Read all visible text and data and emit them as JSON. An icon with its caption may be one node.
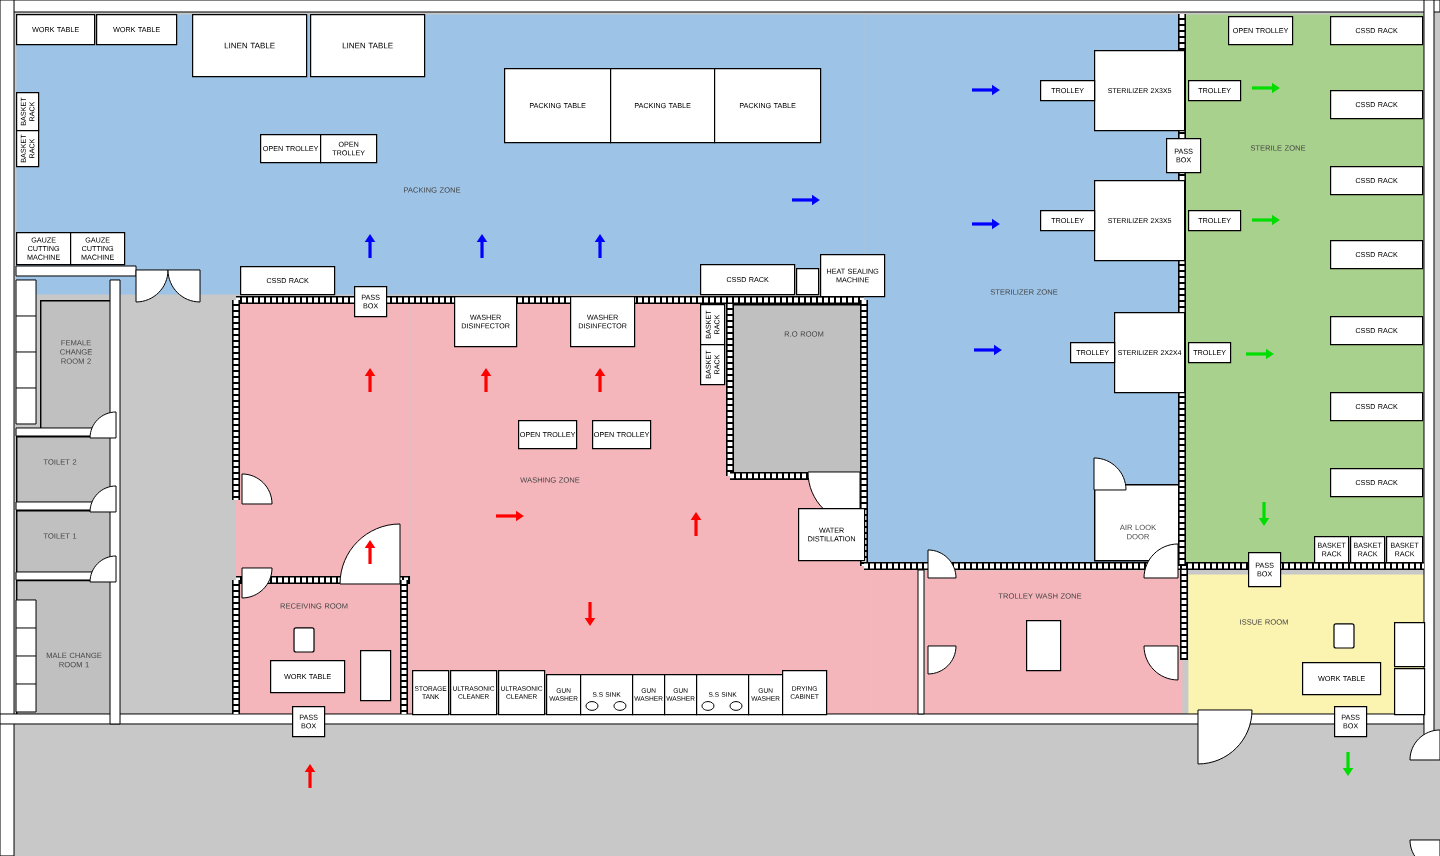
{
  "diagram": {
    "nodes": [
      {
        "text": [
          "PACKING ZONE"
        ]
      },
      {
        "text": [
          "STERILIZER ZONE"
        ]
      },
      {
        "text": [
          "STERILE ZONE"
        ]
      },
      {
        "text": [
          "WASHING ZONE"
        ]
      },
      {
        "text": [
          "R.O ROOM"
        ],
        "in": 3
      },
      {
        "text": [
          "RECEIVING ROOM"
        ]
      },
      {
        "text": [
          "TROLLEY WASH ZONE"
        ]
      },
      {
        "text": [
          "ISSUE ROOM"
        ]
      },
      {
        "text": [
          "AIR LOOK DOOR"
        ],
        "in": 1
      },
      {
        "text": [
          "FEMALE CHANGE ROOM 2"
        ]
      },
      {
        "text": [
          "TOILET 2"
        ]
      },
      {
        "text": [
          "TOILET 1"
        ]
      },
      {
        "text": [
          "MALE CHANGE ROOM 1"
        ]
      },
      {
        "text": [
          "WORK TABLE"
        ],
        "in": 0
      },
      {
        "text": [
          "WORK TABLE"
        ],
        "in": 0
      },
      {
        "text": [
          "LINEN TABLE"
        ],
        "in": 0
      },
      {
        "text": [
          "LINEN TABLE"
        ],
        "in": 0
      },
      {
        "text": [
          "BASKET RACK"
        ],
        "in": 0
      },
      {
        "text": [
          "BASKET RACK"
        ],
        "in": 0
      },
      {
        "text": [
          "OPEN TROLLEY"
        ],
        "in": 0
      },
      {
        "text": [
          "OPEN TROLLEY"
        ],
        "in": 0
      },
      {
        "text": [
          "PACKING TABLE"
        ],
        "in": 0
      },
      {
        "text": [
          "PACKING TABLE"
        ],
        "in": 0
      },
      {
        "text": [
          "PACKING TABLE"
        ],
        "in": 0
      },
      {
        "text": [
          "GAUZE CUTTING MACHINE"
        ],
        "in": 0
      },
      {
        "text": [
          "GAUZE CUTTING MACHINE"
        ],
        "in": 0
      },
      {
        "text": [
          "CSSD RACK"
        ],
        "in": 0
      },
      {
        "text": [
          "CSSD RACK"
        ],
        "in": 0
      },
      {
        "text": [],
        "shape": "box",
        "in": 0
      },
      {
        "text": [
          "HEAT SEALING MACHINE"
        ]
      },
      {
        "text": [
          "PASS BOX"
        ]
      },
      {
        "text": [
          "WASHER DISINFECTOR"
        ],
        "in": 3
      },
      {
        "text": [
          "WASHER DISINFECTOR"
        ],
        "in": 3
      },
      {
        "text": [
          "BASKET RACK"
        ],
        "in": 3
      },
      {
        "text": [
          "BASKET RACK"
        ],
        "in": 3
      },
      {
        "text": [
          "OPEN TROLLEY"
        ],
        "in": 3
      },
      {
        "text": [
          "OPEN TROLLEY"
        ],
        "in": 3
      },
      {
        "text": [
          "WATER DISTILLATION"
        ],
        "in": 3
      },
      {
        "text": [
          "STORAGE TANK"
        ],
        "in": 3
      },
      {
        "text": [
          "ULTRASONIC CLEANER"
        ],
        "in": 3
      },
      {
        "text": [
          "ULTRASONIC CLEANER"
        ],
        "in": 3
      },
      {
        "text": [
          "GUN WASHER"
        ],
        "in": 3
      },
      {
        "text": [
          "S.S SINK"
        ],
        "in": 3
      },
      {
        "text": [
          "GUN WASHER"
        ],
        "in": 3
      },
      {
        "text": [
          "GUN WASHER"
        ],
        "in": 3
      },
      {
        "text": [
          "S.S SINK"
        ],
        "in": 3
      },
      {
        "text": [
          "GUN WASHER"
        ],
        "in": 3
      },
      {
        "text": [
          "DRYING CABINET"
        ],
        "in": 3
      },
      {
        "text": [
          "WORK TABLE"
        ],
        "in": 5
      },
      {
        "text": [],
        "shape": "box",
        "in": 5
      },
      {
        "text": [
          "PASS BOX"
        ]
      },
      {
        "text": [],
        "shape": "box",
        "in": 6
      },
      {
        "text": [
          "STERILIZER 2X3X5"
        ],
        "in": 1
      },
      {
        "text": [
          "TROLLEY"
        ],
        "in": 1
      },
      {
        "text": [
          "TROLLEY"
        ],
        "in": 2
      },
      {
        "text": [
          "PASS BOX"
        ]
      },
      {
        "text": [
          "STERILIZER 2X3X5"
        ],
        "in": 1
      },
      {
        "text": [
          "TROLLEY"
        ],
        "in": 1
      },
      {
        "text": [
          "TROLLEY"
        ],
        "in": 2
      },
      {
        "text": [
          "STERILIZER 2X2X4"
        ],
        "in": 1
      },
      {
        "text": [
          "TROLLEY"
        ],
        "in": 1
      },
      {
        "text": [
          "TROLLEY"
        ],
        "in": 2
      },
      {
        "text": [
          "OPEN TROLLEY"
        ],
        "in": 2
      },
      {
        "text": [
          "CSSD RACK"
        ],
        "in": 2
      },
      {
        "text": [
          "CSSD RACK"
        ],
        "in": 2
      },
      {
        "text": [
          "CSSD RACK"
        ],
        "in": 2
      },
      {
        "text": [
          "CSSD RACK"
        ],
        "in": 2
      },
      {
        "text": [
          "CSSD RACK"
        ],
        "in": 2
      },
      {
        "text": [
          "CSSD RACK"
        ],
        "in": 2
      },
      {
        "text": [
          "CSSD RACK"
        ],
        "in": 2
      },
      {
        "text": [
          "BASKET RACK"
        ],
        "in": 2
      },
      {
        "text": [
          "BASKET RACK"
        ],
        "in": 2
      },
      {
        "text": [
          "BASKET RACK"
        ],
        "in": 2
      },
      {
        "text": [
          "PASS BOX"
        ]
      },
      {
        "text": [
          "WORK TABLE"
        ],
        "in": 7
      },
      {
        "text": [],
        "shape": "box",
        "in": 7
      },
      {
        "text": [],
        "shape": "box",
        "in": 7
      },
      {
        "text": [
          "PASS BOX"
        ]
      }
    ]
  }
}
